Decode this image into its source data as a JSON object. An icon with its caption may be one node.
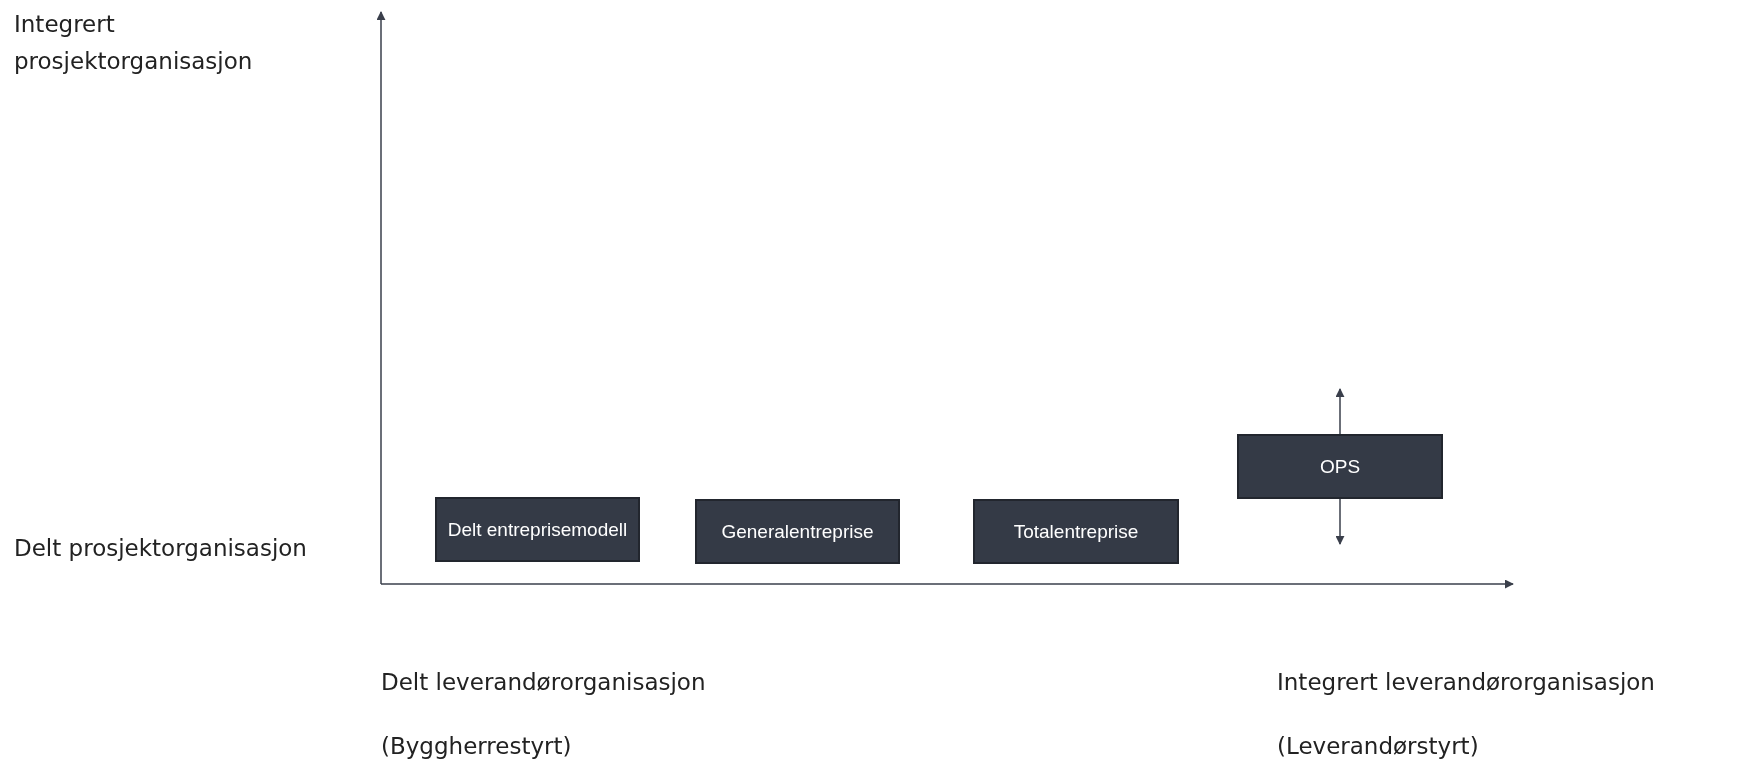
{
  "diagram": {
    "nodes": [
      {
        "text": [
          "Delt entreprisemodell"
        ]
      },
      {
        "text": [
          "Generalentreprise"
        ]
      },
      {
        "text": [
          "Totalentreprise"
        ]
      },
      {
        "text": [
          "OPS"
        ]
      }
    ],
    "edges": [
      {
        "from": 3,
        "to": null,
        "arrow": "to"
      },
      {
        "from": 3,
        "to": null,
        "arrow": "to"
      }
    ],
    "labels": [
      "Integrert prosjektorganisasjon",
      "Delt prosjektorganisasjon",
      "Delt leverandørorganisasjon",
      "Integrert leverandørorganisasjon",
      "(Byggherrestyrt)",
      "(Leverandørstyrt)"
    ]
  }
}
